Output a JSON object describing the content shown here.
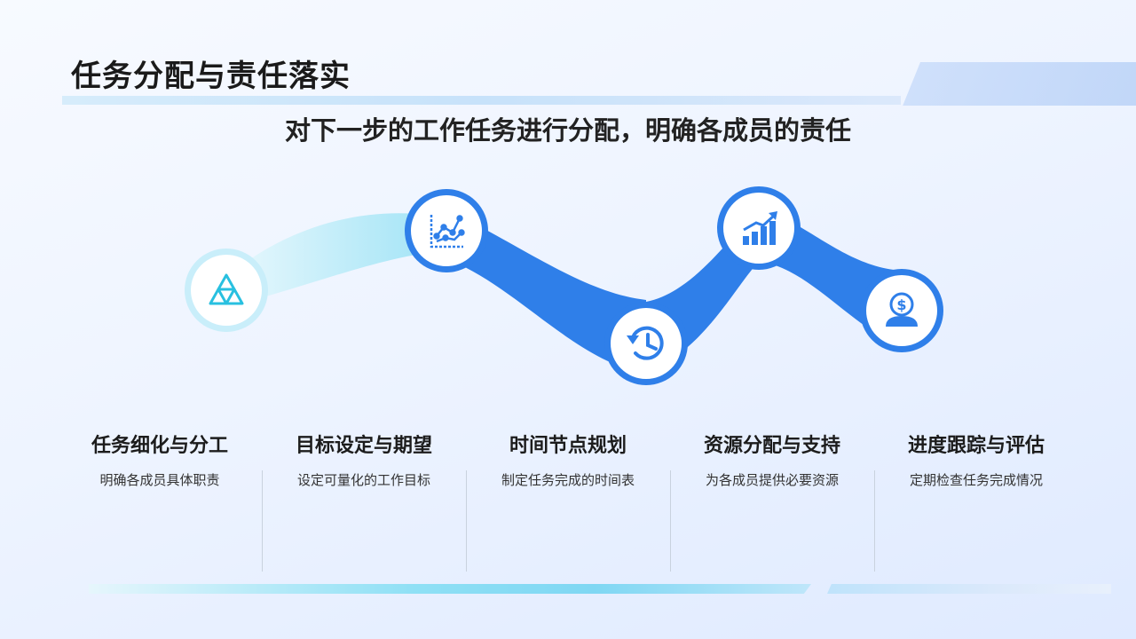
{
  "header": {
    "title": "任务分配与责任落实",
    "subtitle": "对下一步的工作任务进行分配，明确各成员的责任"
  },
  "colors": {
    "primary_blue": "#2f7fe9",
    "light_cyan": "#bfeaf8",
    "icon_cyan": "#28c0e0"
  },
  "flow_icons": [
    {
      "name": "triangle-network-icon"
    },
    {
      "name": "scatter-chart-icon"
    },
    {
      "name": "history-clock-icon"
    },
    {
      "name": "growth-bar-chart-icon"
    },
    {
      "name": "dollar-person-icon"
    }
  ],
  "columns": [
    {
      "title": "任务细化与分工",
      "desc": "明确各成员具体职责"
    },
    {
      "title": "目标设定与期望",
      "desc": "设定可量化的工作目标"
    },
    {
      "title": "时间节点规划",
      "desc": "制定任务完成的时间表"
    },
    {
      "title": "资源分配与支持",
      "desc": "为各成员提供必要资源"
    },
    {
      "title": "进度跟踪与评估",
      "desc": "定期检查任务完成情况"
    }
  ]
}
